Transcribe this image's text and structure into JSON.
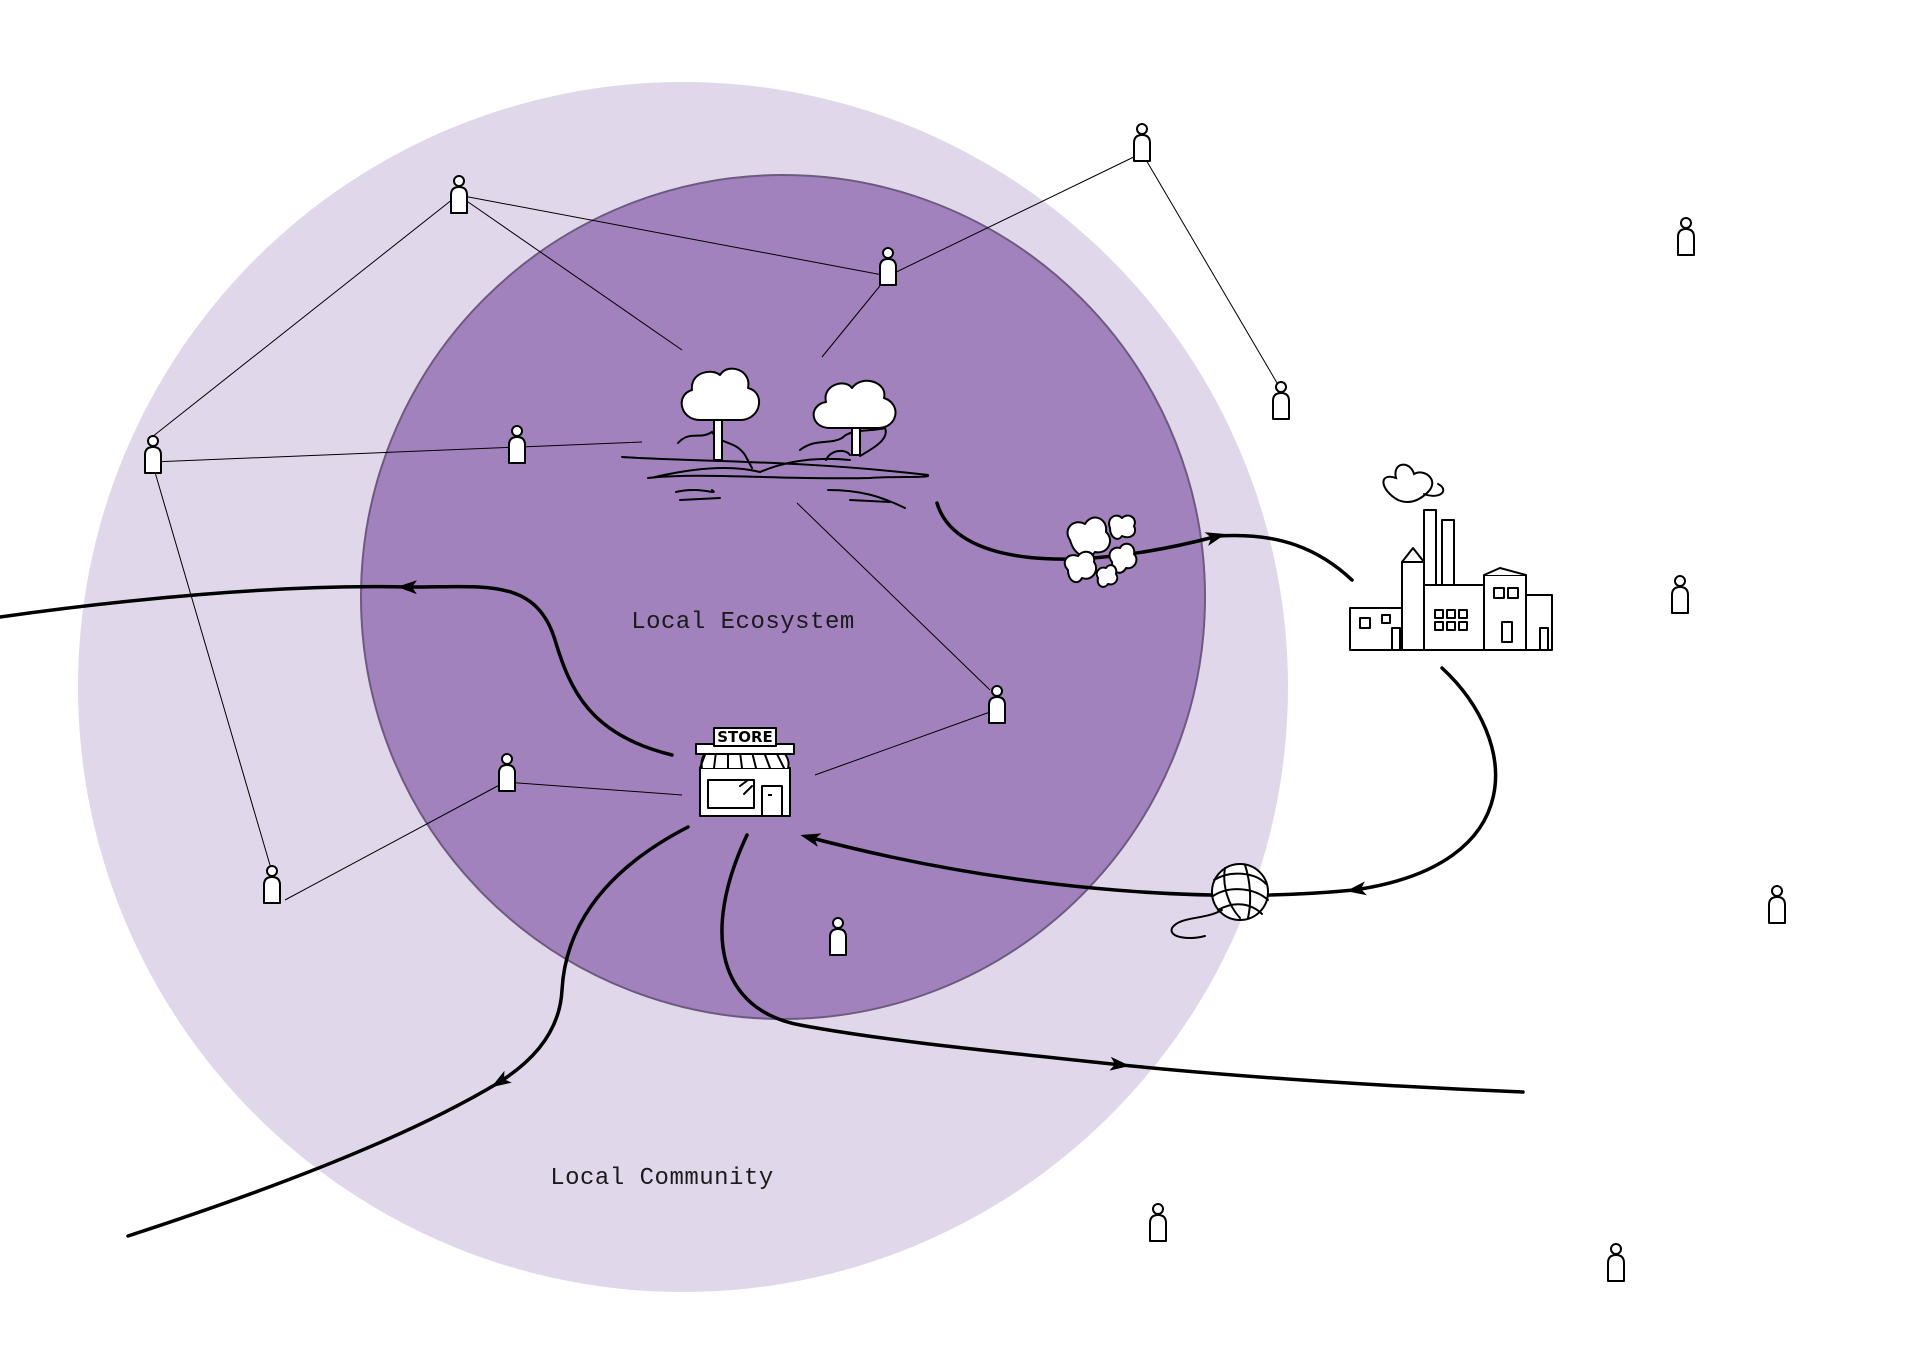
{
  "labels": {
    "inner_circle": "Local Ecosystem",
    "outer_circle": "Local Community",
    "store_sign": "STORE"
  },
  "colors": {
    "outer_circle": "#e1d7ea",
    "inner_circle": "#a182bd",
    "inner_circle_stroke": "#6e5a80",
    "ink": "#000000"
  },
  "icons": {
    "person": "person-icon",
    "trees": "trees-landscape-icon",
    "store": "store-icon",
    "factory": "factory-icon",
    "pollution": "smoke-cloud-icon",
    "yarn": "yarn-ball-icon"
  }
}
